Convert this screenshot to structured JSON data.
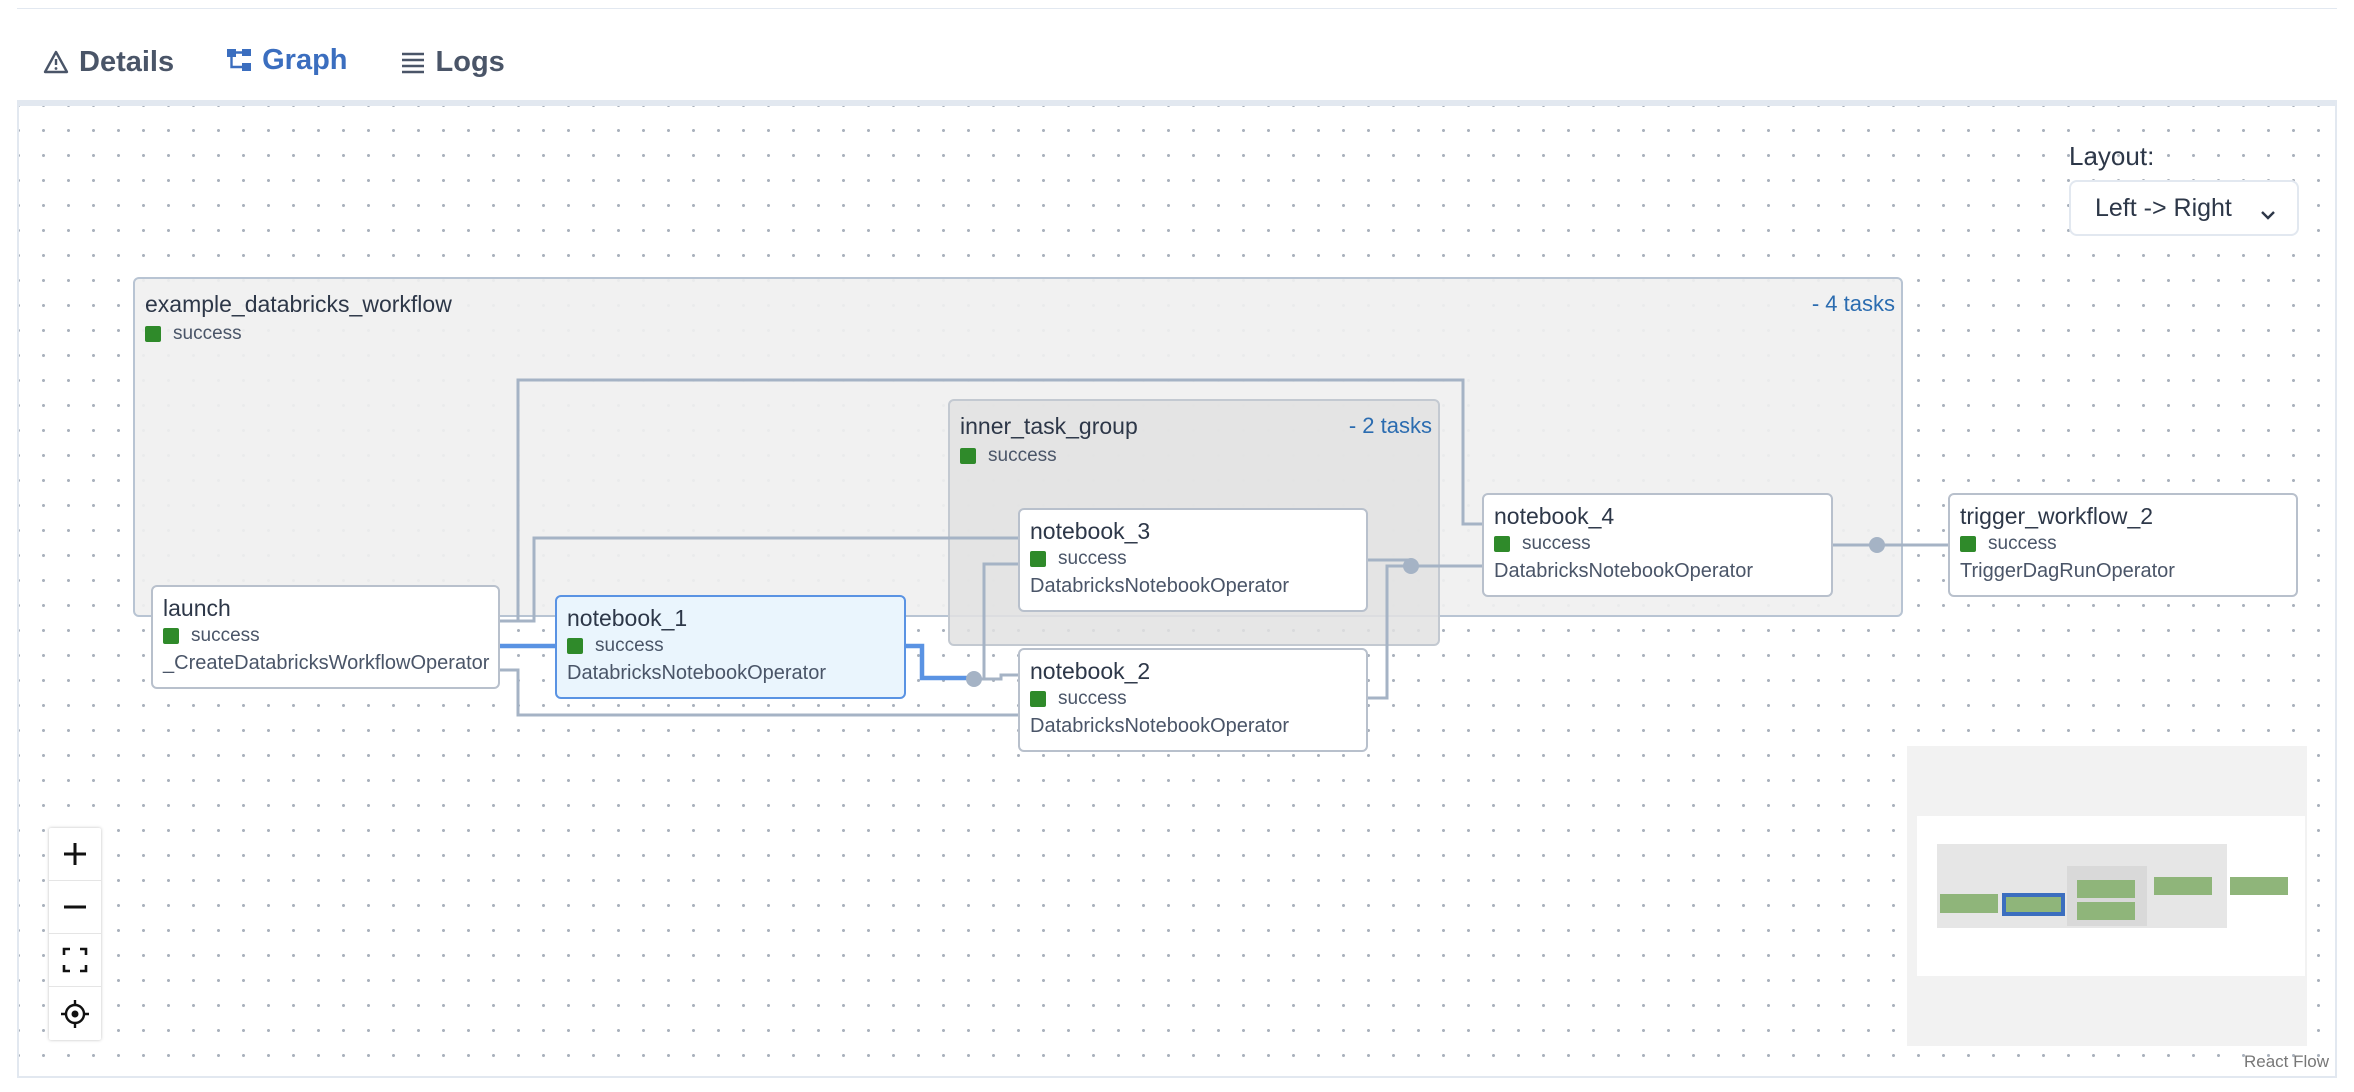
{
  "tabs": [
    {
      "label": "Details",
      "icon": "warning-icon"
    },
    {
      "label": "Graph",
      "icon": "graph-icon",
      "active": true
    },
    {
      "label": "Logs",
      "icon": "list-icon"
    }
  ],
  "layout": {
    "label": "Layout:",
    "value": "Left -> Right"
  },
  "groups": {
    "outer": {
      "title": "example_databricks_workflow",
      "tasks": "- 4 tasks",
      "status": "success"
    },
    "inner": {
      "title": "inner_task_group",
      "tasks": "- 2 tasks",
      "status": "success"
    }
  },
  "nodes": {
    "launch": {
      "title": "launch",
      "status": "success",
      "operator": "_CreateDatabricksWorkflowOperator"
    },
    "notebook_1": {
      "title": "notebook_1",
      "status": "success",
      "operator": "DatabricksNotebookOperator"
    },
    "notebook_3": {
      "title": "notebook_3",
      "status": "success",
      "operator": "DatabricksNotebookOperator"
    },
    "notebook_2": {
      "title": "notebook_2",
      "status": "success",
      "operator": "DatabricksNotebookOperator"
    },
    "notebook_4": {
      "title": "notebook_4",
      "status": "success",
      "operator": "DatabricksNotebookOperator"
    },
    "trigger_workflow_2": {
      "title": "trigger_workflow_2",
      "status": "success",
      "operator": "TriggerDagRunOperator"
    }
  },
  "controls": {
    "zoom_in": "+",
    "zoom_out": "−"
  },
  "attribution": "React Flow",
  "colors": {
    "accent": "#3b6ebf",
    "success": "#2f8a2a",
    "edge": "#a5b3c5",
    "selected_edge": "#5a93e3"
  }
}
